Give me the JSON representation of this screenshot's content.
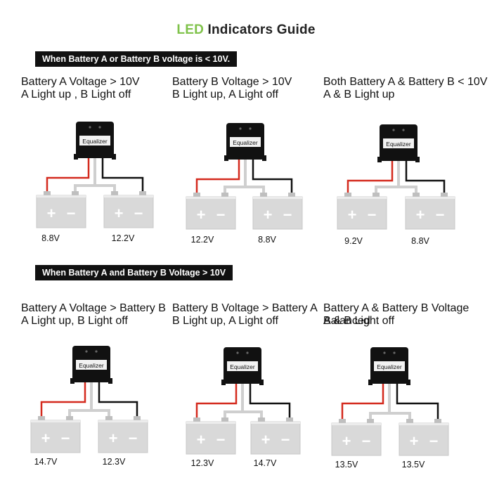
{
  "title": {
    "led": "LED",
    "rest": "Indicators Guide"
  },
  "sections": [
    {
      "banner": "When Battery A or Battery B voltage is < 10V.",
      "cells": [
        {
          "line1": "Battery A Voltage > 10V",
          "line2": "A Light up , B Light off",
          "left_voltage": "8.8V",
          "right_voltage": "12.2V",
          "device_label": "Equalizer"
        },
        {
          "line1": "Battery B Voltage > 10V",
          "line2": "B Light up, A Light off",
          "left_voltage": "12.2V",
          "right_voltage": "8.8V",
          "device_label": "Equalizer"
        },
        {
          "line1": "Both Battery A & Battery B < 10V",
          "line2": "A & B Light up",
          "left_voltage": "9.2V",
          "right_voltage": "8.8V",
          "device_label": "Equalizer"
        }
      ]
    },
    {
      "banner": "When Battery A and Battery B Voltage > 10V",
      "cells": [
        {
          "line1": "Battery A Voltage > Battery B",
          "line2": "A Light up, B Light off",
          "left_voltage": "14.7V",
          "right_voltage": "12.3V",
          "device_label": "Equalizer"
        },
        {
          "line1": "Battery B Voltage > Battery A",
          "line2": "B Light up, A Light off",
          "left_voltage": "12.3V",
          "right_voltage": "14.7V",
          "device_label": "Equalizer"
        },
        {
          "line1": "Battery A & Battery B Voltage Balanced",
          "line2": "A & B Light off",
          "left_voltage": "13.5V",
          "right_voltage": "13.5V",
          "device_label": "Equalizer"
        }
      ]
    }
  ],
  "battery_symbols": {
    "plus": "+",
    "minus": "−"
  },
  "colors": {
    "led_green": "#7fc24a",
    "wire_red": "#d42a1e",
    "wire_black": "#111111",
    "battery": "#d9d9d9",
    "device": "#111111"
  }
}
